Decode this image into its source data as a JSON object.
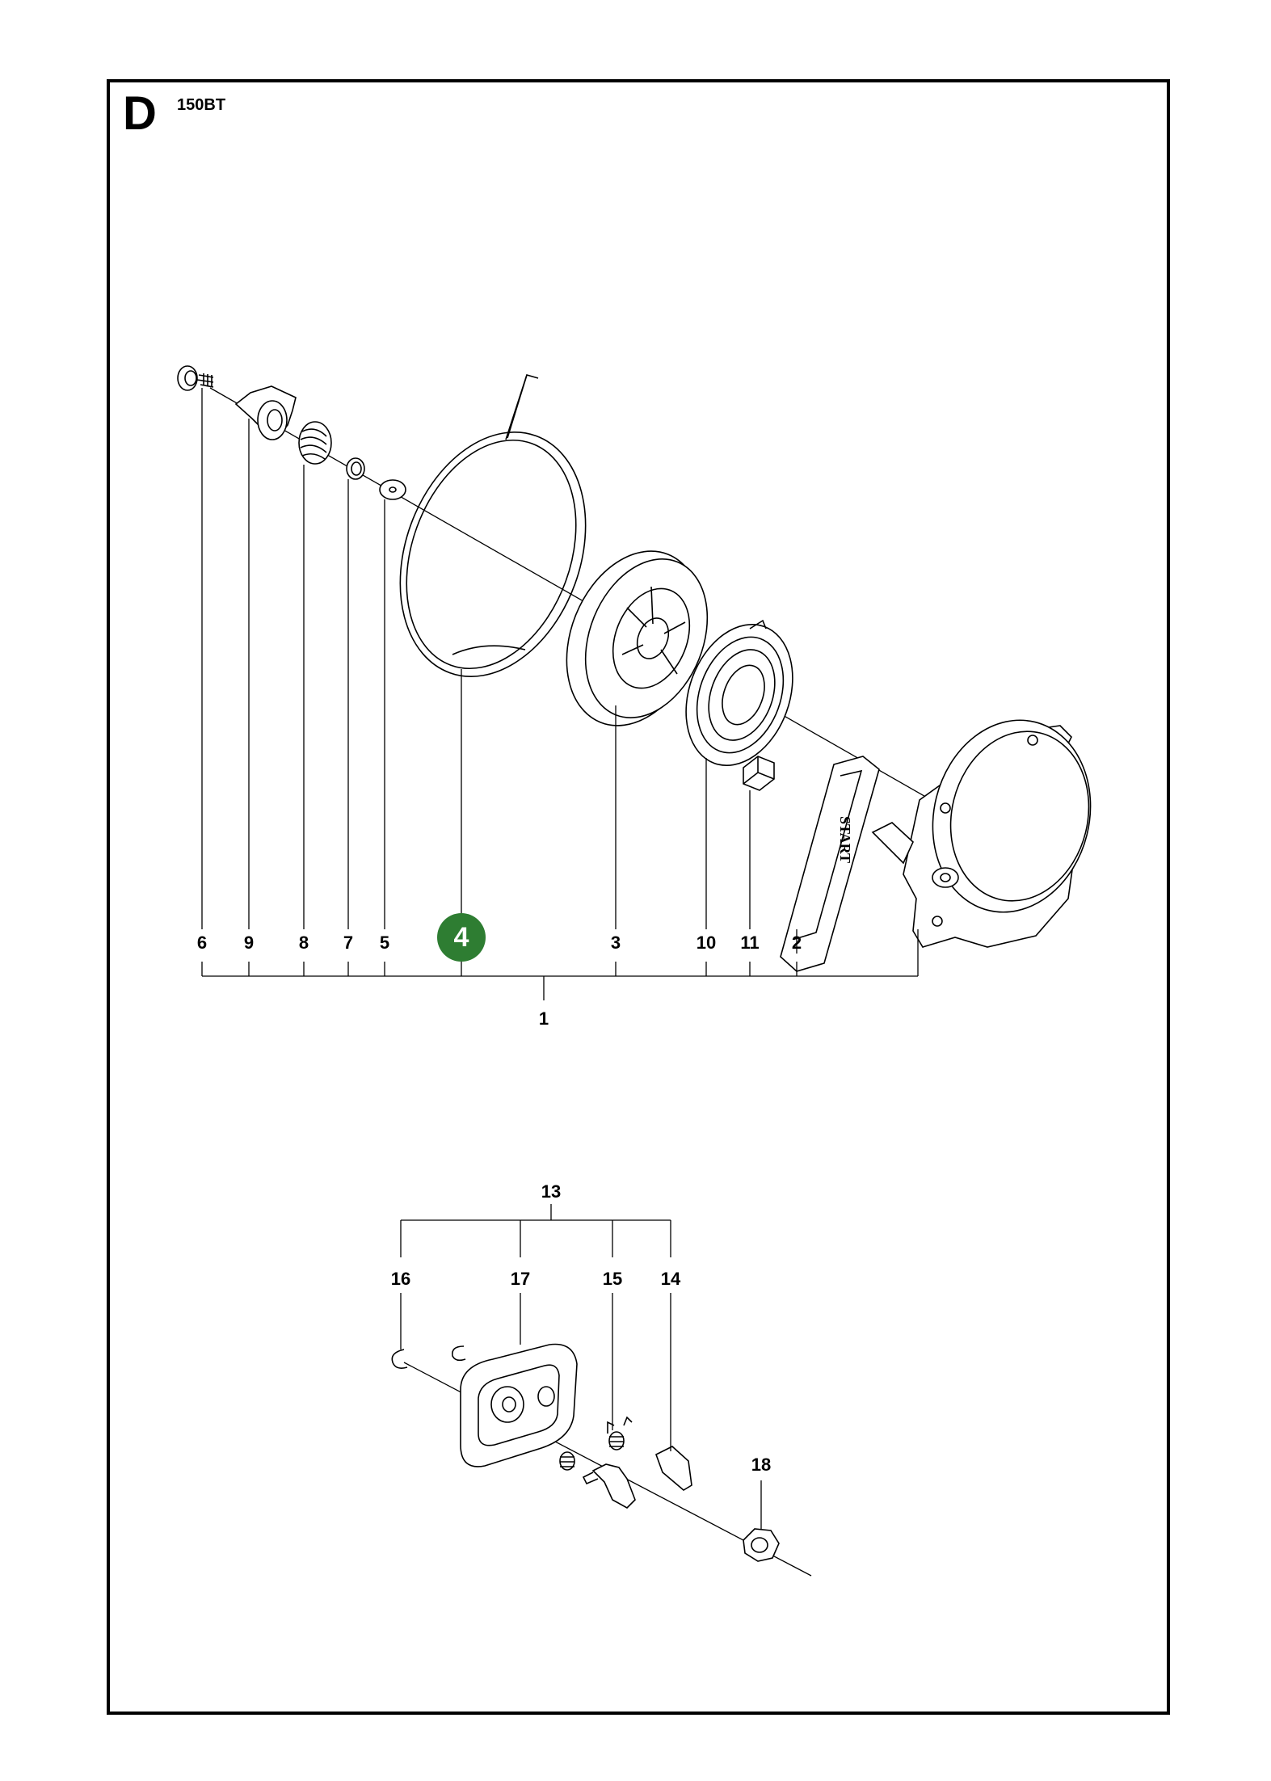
{
  "page": {
    "section_letter": "D",
    "model": "150BT"
  },
  "assembly_upper": {
    "callouts": [
      "6",
      "9",
      "8",
      "7",
      "5",
      "4",
      "3",
      "10",
      "11",
      "2"
    ],
    "highlighted": "4",
    "group_label": "1",
    "colors": {
      "highlight": "#2e7d32"
    }
  },
  "assembly_lower": {
    "group_label": "13",
    "callouts": [
      "16",
      "17",
      "15",
      "14",
      "18"
    ]
  },
  "handle_text": "START"
}
